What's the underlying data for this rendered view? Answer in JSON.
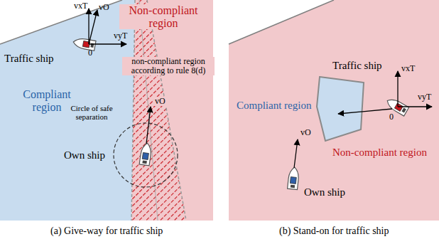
{
  "diagram": {
    "labels": [
      "Non-compliant region",
      "vxT",
      "vO",
      "vyT",
      "0",
      "Traffic ship",
      "non-compliant region according to rule 8(d)",
      "Compliant region",
      "Circle of safe separation",
      "vO",
      "Own ship",
      "(a) Give-way for traffic ship",
      "Traffic ship",
      "vxT",
      "vyT",
      "0",
      "Compliant region",
      "Non-compliant region",
      "vO",
      "Own ship",
      "(b) Stand-on for traffic ship"
    ]
  }
}
